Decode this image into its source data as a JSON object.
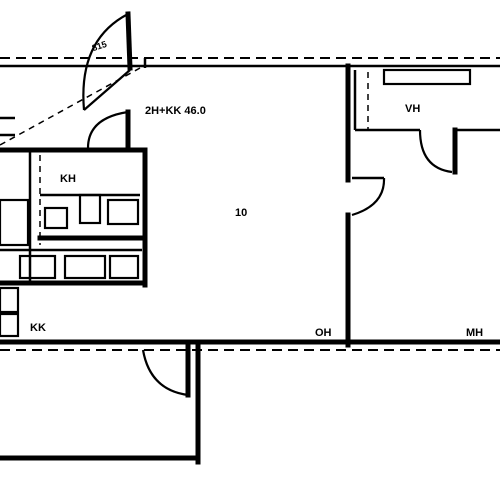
{
  "rooms": {
    "living": "2H+KK  46.0",
    "walk_in": "VH",
    "kitchen": "KH",
    "living_area": "10",
    "hall": "KK",
    "room": "OH",
    "bedroom": "MH"
  },
  "fixtures": {
    "closet_mark": "815"
  }
}
